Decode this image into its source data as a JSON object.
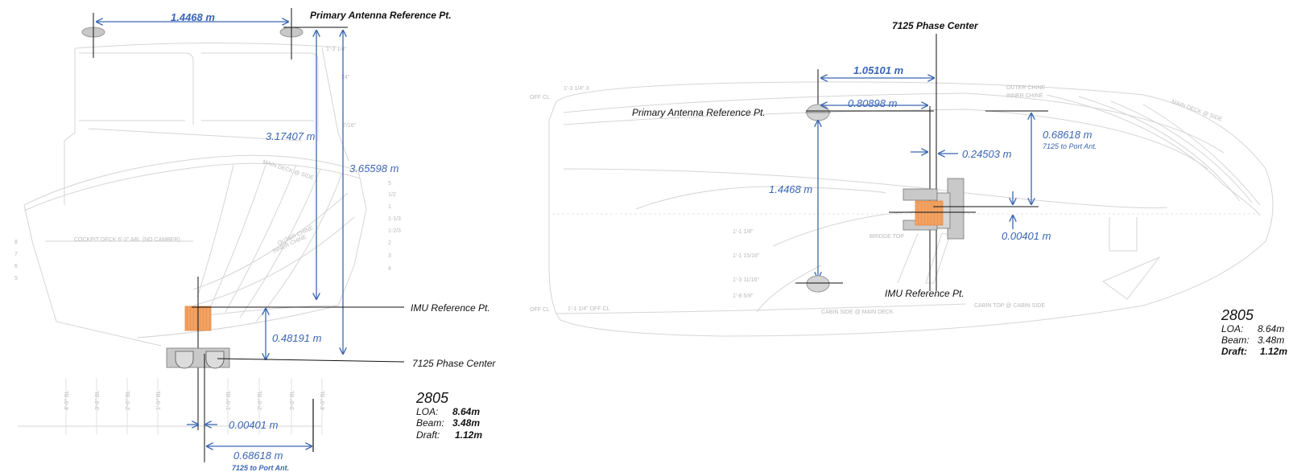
{
  "colors": {
    "dimension": "#3a66b4",
    "imu": "#f3a262",
    "phase_center": "#c9c9c9",
    "drawing_lines": "#d5d5d5",
    "leader": "#111111"
  },
  "front_view": {
    "antenna_spacing": "1.4468 m",
    "primary_antenna_label": "Primary Antenna Reference Pt.",
    "antenna_to_imu": "3.17407 m",
    "antenna_to_phase_center": "3.65598 m",
    "imu_to_phase_center": "0.48191 m",
    "imu_label": "IMU Reference Pt.",
    "phase_center_label": "7125 Phase Center",
    "lateral_offset": "0.00401 m",
    "port_offset": "0.68618 m",
    "port_offset_note": "7125 to Port Ant.",
    "boat": {
      "name": "2805",
      "loa_label": "LOA:",
      "loa": "8.64m",
      "beam_label": "Beam:",
      "beam": "3.48m",
      "draft_label": "Draft:",
      "draft": "1.12m"
    },
    "drawing_notes": {
      "cockpit": "COCKPIT DECK 6'-3\" ABL (NO CAMBER)",
      "main_deck": "MAIN DECK @ SIDE",
      "outer_chine": "OUTER CHINE",
      "inner_chine": "INNER CHINE",
      "dim_a": "1'-3 1/4\"",
      "dim_b": "24\"",
      "dim_c": "7/16\"",
      "stations": [
        "5",
        "1/2",
        "1",
        "1-1/3",
        "1-2/3",
        "2",
        "3",
        "4"
      ],
      "left_stations": [
        "8",
        "7",
        "6",
        "5"
      ],
      "waterlines": [
        "4'-0\" BL",
        "3'-0\" BL",
        "2'-0\" BL",
        "1'-0\" BL",
        "1'-0\" BL",
        "2'-0\" BL",
        "3'-0\" BL",
        "4'-0\" BL"
      ]
    }
  },
  "top_view": {
    "phase_center_label": "7125 Phase Center",
    "antenna_to_phase_center": "1.05101 m",
    "antenna_to_imu": "0.80898 m",
    "primary_antenna_label": "Primary Antenna Reference Pt.",
    "lateral_offset": "0.24503 m",
    "port_offset": "0.68618 m",
    "port_offset_note": "7125 to Port Ant.",
    "antenna_spacing": "1.4468 m",
    "vertical_offset": "0.00401 m",
    "imu_label": "IMU Reference Pt.",
    "boat": {
      "name": "2805",
      "loa_label": "LOA:",
      "loa": "8.64m",
      "beam_label": "Beam:",
      "beam": "3.48m",
      "draft_label": "Draft:",
      "draft": "1.12m"
    },
    "drawing_notes": {
      "outer_chine": "OUTER CHINE",
      "inner_chine": "INNER CHINE",
      "main_deck": "MAIN DECK @ SIDE",
      "bridge_top": "BRIDGE TOP",
      "cabin_side": "CABIN SIDE @ MAIN DECK",
      "cabin_top": "CABIN TOP @ CABIN SIDE",
      "off_cl": "OFF CL",
      "dim_1": "1'-1 1/8\"",
      "dim_2": "1'-1 15/16\"",
      "dim_3": "1'-3 11/16\"",
      "dim_4": "1'-8 5/8\"",
      "dim_5": "1'-1 1/4\" OFF CL",
      "dim_6": "1'-3 1/4\" X"
    }
  }
}
